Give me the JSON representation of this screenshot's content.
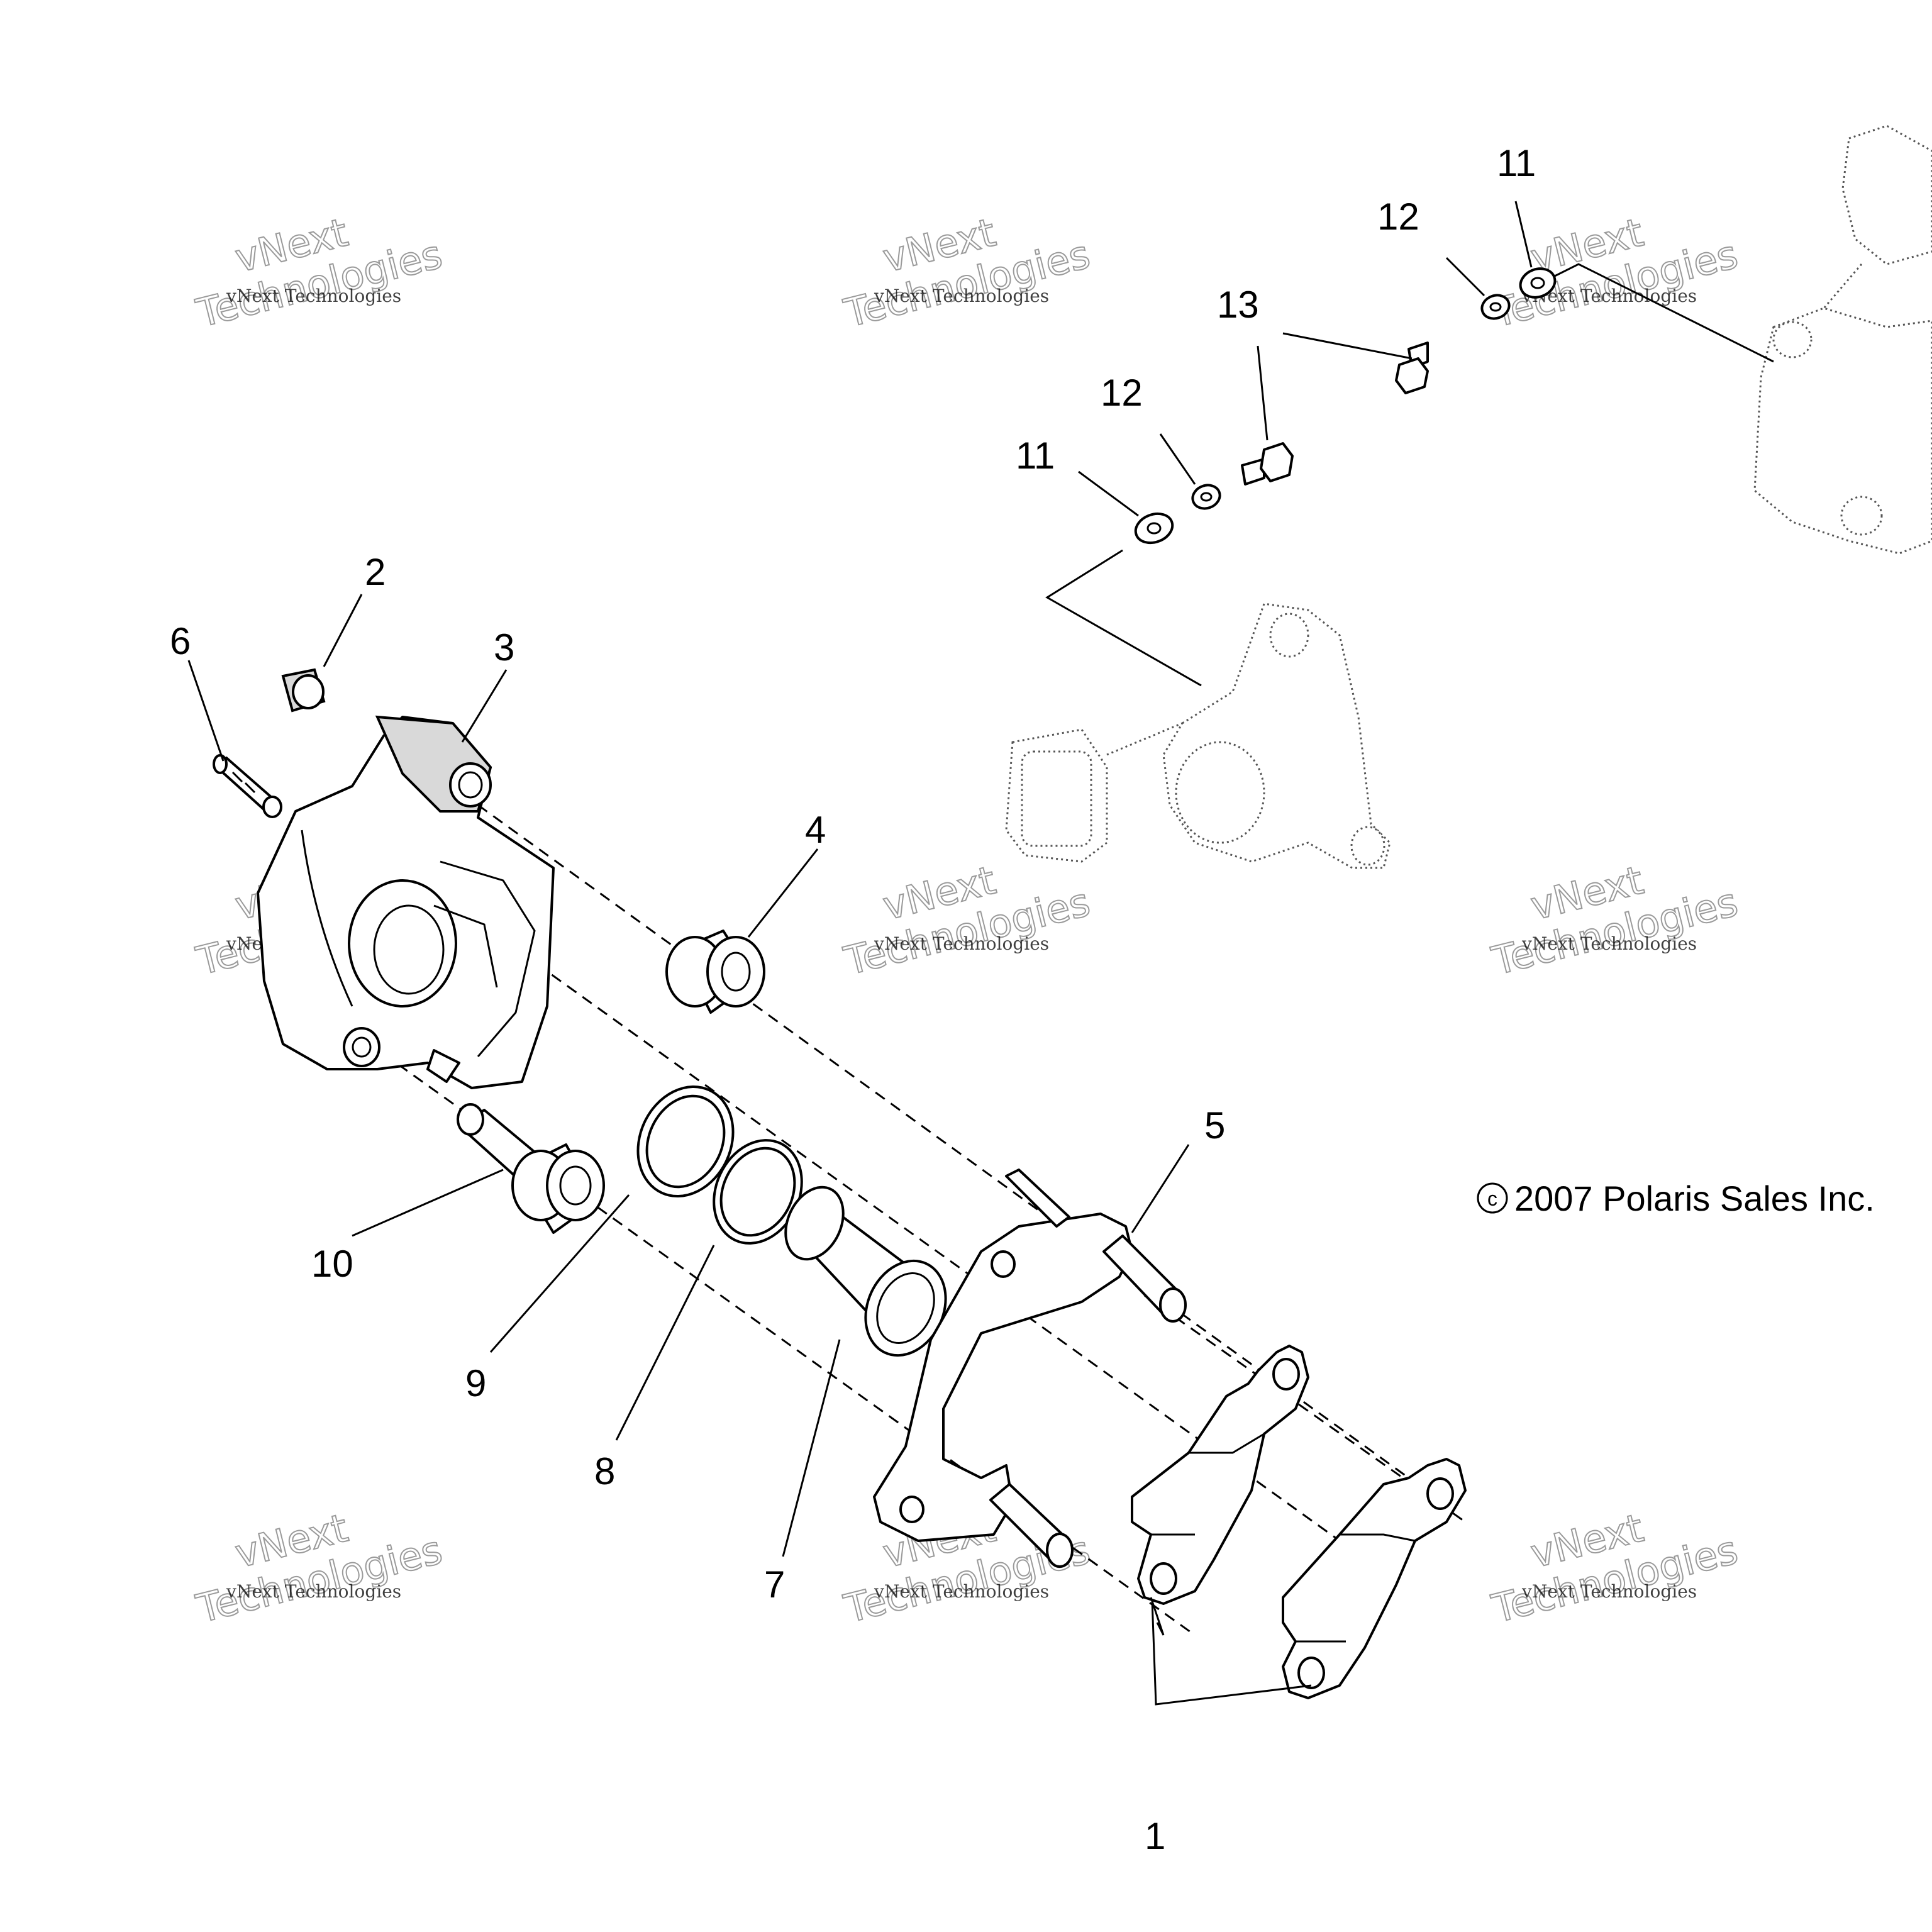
{
  "diagram": {
    "callouts": {
      "c1": "1",
      "c2": "2",
      "c3": "3",
      "c4": "4",
      "c5": "5",
      "c6": "6",
      "c7": "7",
      "c8": "8",
      "c9": "9",
      "c10": "10",
      "c11a": "11",
      "c11b": "11",
      "c12a": "12",
      "c12b": "12",
      "c13": "13"
    },
    "copyright": "2007 Polaris Sales Inc.",
    "copyright_symbol": "c",
    "watermark": {
      "line1": "vNext Technologies",
      "line2": "Technologies",
      "line3": "vNext"
    }
  }
}
